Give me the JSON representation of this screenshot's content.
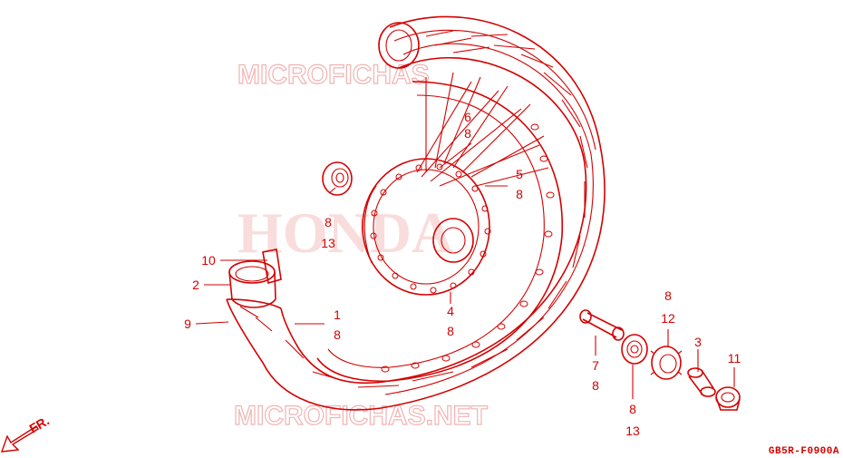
{
  "watermarks": {
    "top": "MICROFICHAS",
    "middle": "HONDA",
    "bottom": "MICROFICHAS.NET"
  },
  "diagram_code": "GB5R-F0900A",
  "direction_label": "FR.",
  "callouts": [
    {
      "id": "c-6-8",
      "lines": [
        "6",
        "8"
      ]
    },
    {
      "id": "c-5-8",
      "lines": [
        "5",
        "8"
      ]
    },
    {
      "id": "c-8-13-top",
      "lines": [
        "8",
        "13"
      ]
    },
    {
      "id": "c-10",
      "lines": [
        "10"
      ]
    },
    {
      "id": "c-2",
      "lines": [
        "2"
      ]
    },
    {
      "id": "c-9",
      "lines": [
        "9"
      ]
    },
    {
      "id": "c-1-8",
      "lines": [
        "1",
        "8"
      ]
    },
    {
      "id": "c-4-8",
      "lines": [
        "4",
        "8"
      ]
    },
    {
      "id": "c-8-12",
      "lines": [
        "8",
        "12"
      ]
    },
    {
      "id": "c-3",
      "lines": [
        "3"
      ]
    },
    {
      "id": "c-11",
      "lines": [
        "11"
      ]
    },
    {
      "id": "c-7-8",
      "lines": [
        "7",
        "8"
      ]
    },
    {
      "id": "c-8-13-bottom",
      "lines": [
        "8",
        "13"
      ]
    }
  ],
  "colors": {
    "ink": "#d40000",
    "watermark": "#f2b3b3"
  }
}
